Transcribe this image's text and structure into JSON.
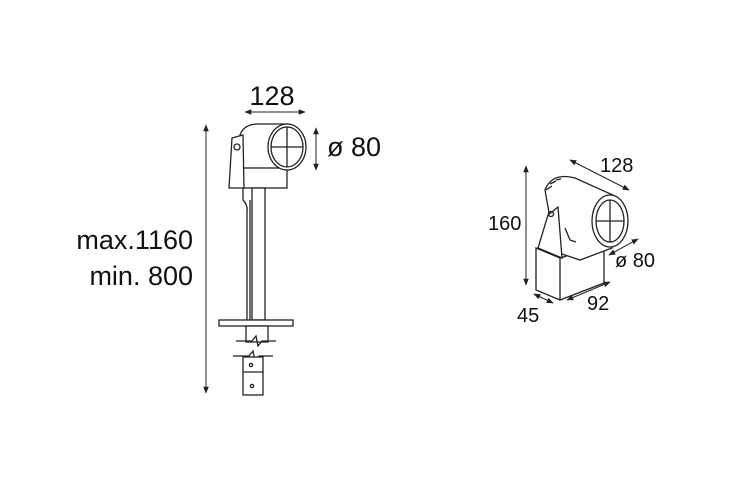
{
  "left_view": {
    "width_label": "128",
    "diameter_label": "ø 80",
    "height_max_label": "max.1160",
    "height_min_label": "min. 800"
  },
  "right_view": {
    "length_label": "128",
    "height_label": "160",
    "diameter_label": "ø 80",
    "depth_label": "45",
    "width_label": "92"
  }
}
